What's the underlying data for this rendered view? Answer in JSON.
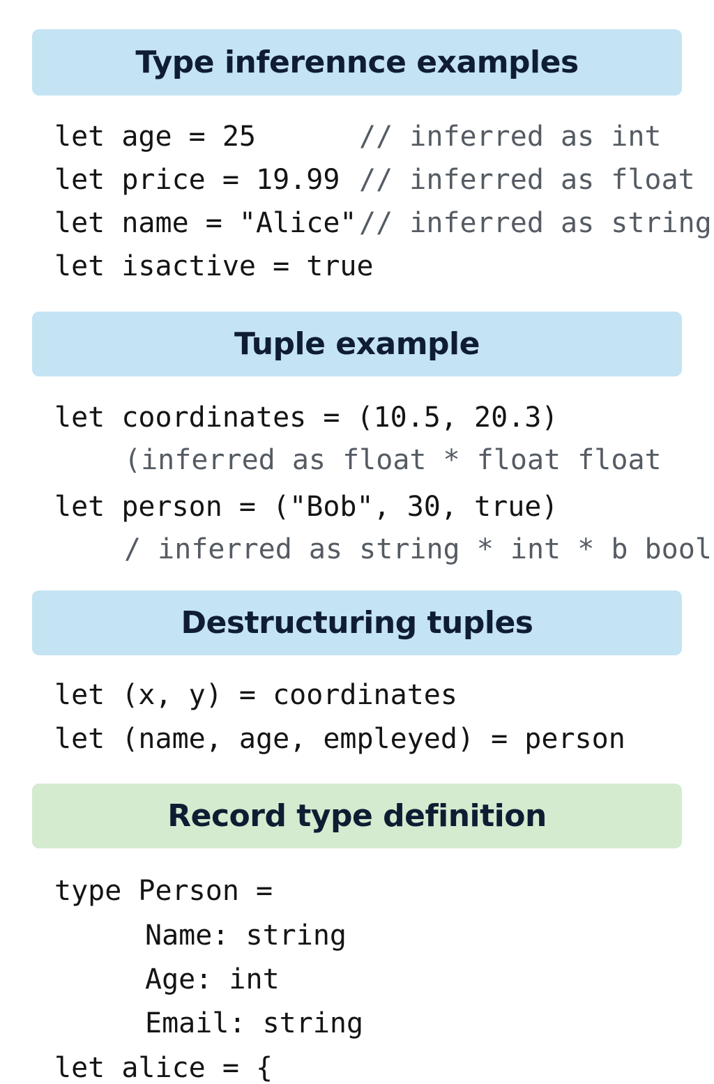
{
  "sections": {
    "type_inference": {
      "title": "Type inferennce examples",
      "lines": [
        {
          "code": "let age = 25",
          "comment": "// inferred as int"
        },
        {
          "code": "let price = 19.99",
          "comment": "// inferred as float"
        },
        {
          "code": "let name = \"Alice\"",
          "comment": "// inferred as string"
        },
        {
          "code": "let isactive = true",
          "comment": ""
        }
      ]
    },
    "tuple_example": {
      "title": "Tuple example",
      "lines": [
        {
          "code": "let coordinates = (10.5, 20.3)"
        },
        {
          "comment": "(inferred as float * float float"
        },
        {
          "code": "let person = (\"Bob\", 30, true)"
        },
        {
          "comment": "/ inferred as string * int * b bool"
        }
      ]
    },
    "destructuring": {
      "title": "Destructuring tuples",
      "lines": [
        {
          "code": "let (x, y) = coordinates"
        },
        {
          "code": "let (name, age, empleyed) = person"
        }
      ]
    },
    "record_type": {
      "title": "Record type definition",
      "lines": [
        {
          "code": "type Person ="
        },
        {
          "code": "Name: string"
        },
        {
          "code": "Age: int"
        },
        {
          "code": "Email: string"
        },
        {
          "code": "let alice = {"
        }
      ]
    }
  }
}
